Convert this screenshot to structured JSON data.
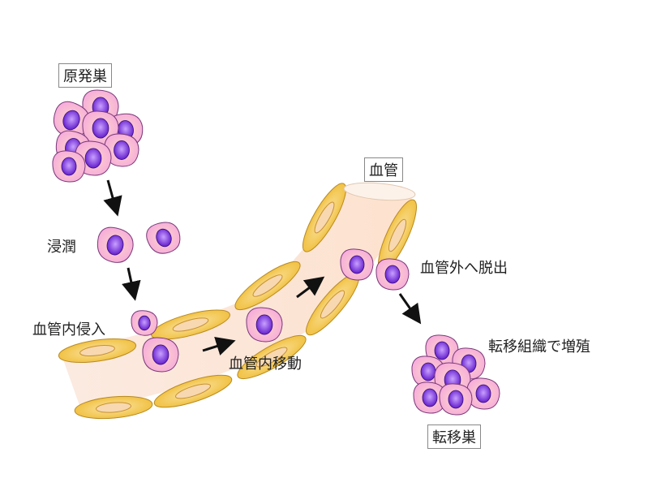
{
  "labels": {
    "primary_tumor": "原発巣",
    "invasion": "浸潤",
    "intravasation": "血管内侵入",
    "intravascular_transport": "血管内移動",
    "blood_vessel": "血管",
    "extravasation": "血管外へ脱出",
    "proliferation": "転移組織で増殖",
    "metastasis": "転移巣"
  },
  "colors": {
    "cell_body": "#f7b8e0",
    "cell_edge": "#7a3a7a",
    "nucleus": "#6a1fd0",
    "vessel": "#fde6d8",
    "endothelial": "#f2c84a",
    "arrow": "#111111"
  }
}
